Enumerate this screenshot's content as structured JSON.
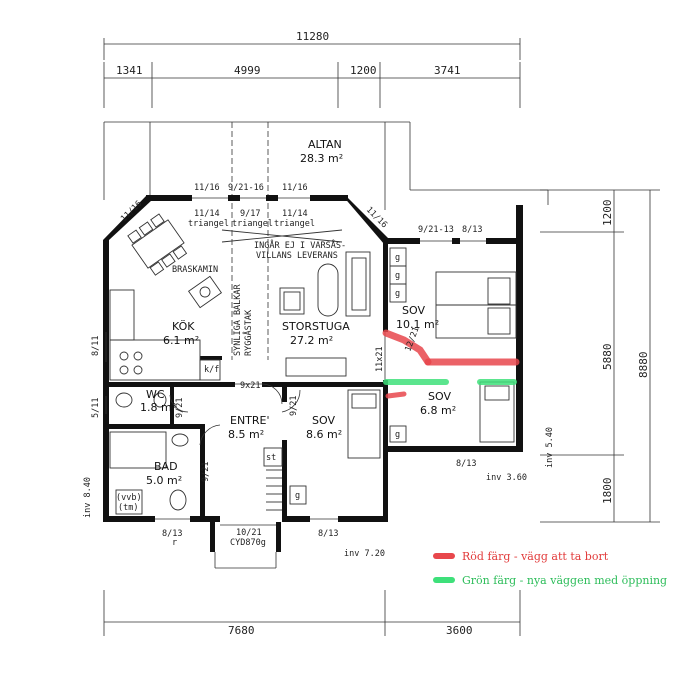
{
  "dimensions": {
    "total_width": "11280",
    "top_segments": [
      "1341",
      "4999",
      "1200",
      "3741"
    ],
    "bottom_segments": [
      "7680",
      "3600"
    ],
    "right_segments": [
      "1200",
      "5880",
      "1800"
    ],
    "right_total": "8880"
  },
  "rooms": {
    "altan": {
      "name": "ALTAN",
      "area": "28.3 m²"
    },
    "kok": {
      "name": "KÖK",
      "area": "6.1 m²"
    },
    "storstuga": {
      "name": "STORSTUGA",
      "area": "27.2 m²"
    },
    "sov1": {
      "name": "SOV",
      "area": "10.1 m²"
    },
    "sov2": {
      "name": "SOV",
      "area": "6.8 m²"
    },
    "sov3": {
      "name": "SOV",
      "area": "8.6 m²"
    },
    "wc": {
      "name": "WC",
      "area": "1.8 m²"
    },
    "entre": {
      "name": "ENTRE'",
      "area": "8.5 m²"
    },
    "bad": {
      "name": "BAD",
      "area": "5.0 m²"
    }
  },
  "labels": {
    "braskamin": "BRASKAMIN",
    "balkar_1": "SYNLIGA BALKAR",
    "balkar_2": "RYGGÅSTAK",
    "ingar_1": "INGÅR EJ I VARSÅS-",
    "ingar_2": "VILLANS LEVERANS",
    "triangel": "triangel",
    "kf": "k/f",
    "g": "g",
    "st": "st",
    "r": "r",
    "vvb": "(vvb)",
    "tm": "(tm)",
    "cyd": "CYD870g"
  },
  "openings": {
    "w_11_16_a": "11/16",
    "w_9_21_16": "9/21-16",
    "w_11_16_b": "11/16",
    "w_11_16_left": "11/16",
    "w_11_16_right": "11/16",
    "w_11_14_a": "11/14",
    "w_9_17": "9/17",
    "w_11_14_b": "11/14",
    "w_9_21_13": "9/21-13",
    "w_8_13_top": "8/13",
    "w_8_11": "8/11",
    "w_5_11": "5/11",
    "d_9x21": "9x21",
    "d_11x21": "11x21",
    "d_9_21_wc": "9/21",
    "d_9_21_bad": "9/21",
    "d_9_21_sov": "9/21",
    "d_12_21": "12/21",
    "d_10_21": "10/21",
    "w_8_13_bad": "8/13",
    "w_8_13_sov3": "8/13",
    "w_8_13_sov2": "8/13"
  },
  "levels": {
    "inv_540": "inv 5.40",
    "inv_360": "inv 3.60",
    "inv_720": "inv 7.20",
    "inv_840": "inv 8.40"
  },
  "legend": {
    "red": "Röd färg - vägg att ta bort",
    "green": "Grön färg - nya väggen med öppning",
    "red_color": "#e8474c",
    "green_color": "#3ee07a"
  }
}
